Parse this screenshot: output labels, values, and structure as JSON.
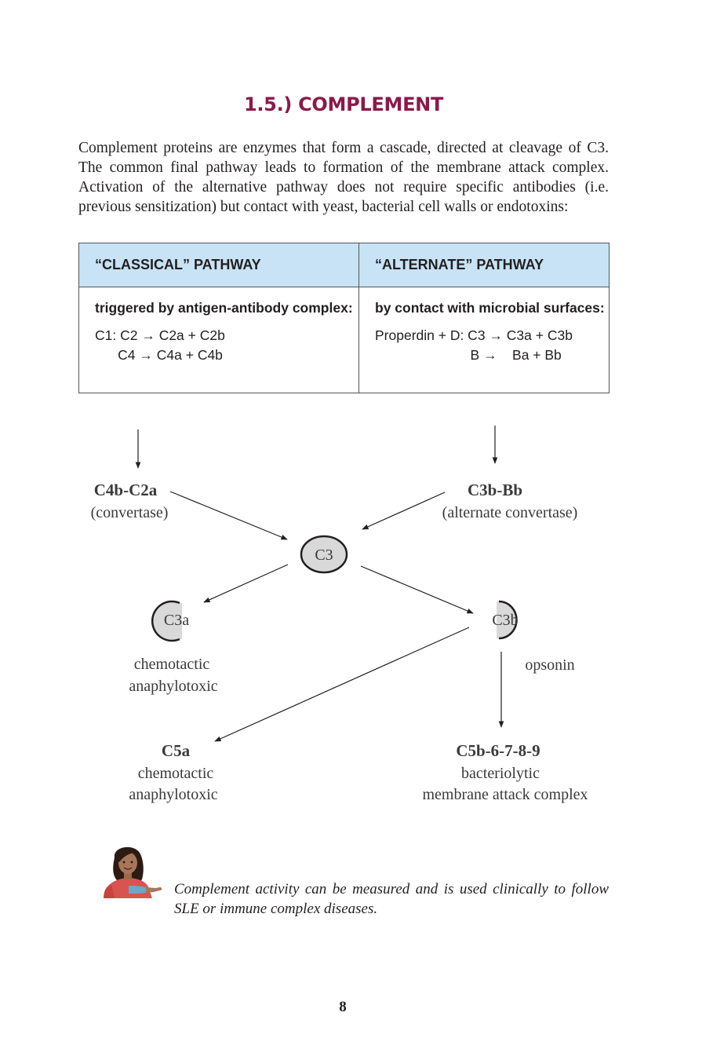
{
  "title": "1.5.) COMPLEMENT",
  "intro": "Complement proteins are enzymes that form a cascade, directed at cleavage of C3. The common final pathway leads to formation of the membrane attack complex. Activation of the alternative pathway does not require specific antibodies (i.e. previous sensitization) but contact with yeast, bacterial cell walls or endotoxins:",
  "table": {
    "classical": {
      "header": "“CLASSICAL” PATHWAY",
      "trigger": "triggered by antigen-antibody complex:",
      "reaction": "C1: C2 → C2a + C2b\n      C4 → C4a + C4b"
    },
    "alternate": {
      "header": "“ALTERNATE” PATHWAY",
      "trigger": "by contact with microbial surfaces:",
      "reaction": "Properdin + D: C3 → C3a + C3b\n                         B →    Ba + Bb"
    }
  },
  "diagram": {
    "c4b_c2a": "C4b-C2a",
    "c4b_c2a_sub": "(convertase)",
    "c3b_bb": "C3b-Bb",
    "c3b_bb_sub": "(alternate convertase)",
    "c3": "C3",
    "c3a": "C3a",
    "c3a_line1": "chemotactic",
    "c3a_line2": "anaphylotoxic",
    "c3b": "C3b",
    "c3b_role": "opsonin",
    "c5a": "C5a",
    "c5a_line1": "chemotactic",
    "c5a_line2": "anaphylotoxic",
    "mac": "C5b-6-7-8-9",
    "mac_line1": "bacteriolytic",
    "mac_line2": "membrane attack complex"
  },
  "note": "Complement activity can be measured and is used clinically to follow SLE or immune complex diseases.",
  "page_number": "8",
  "colors": {
    "title": "#8b1a4a",
    "table_header_bg": "#c7e3f5",
    "node_fill": "#d9d9d9"
  },
  "icons": {
    "note": "pointing-woman-icon"
  }
}
